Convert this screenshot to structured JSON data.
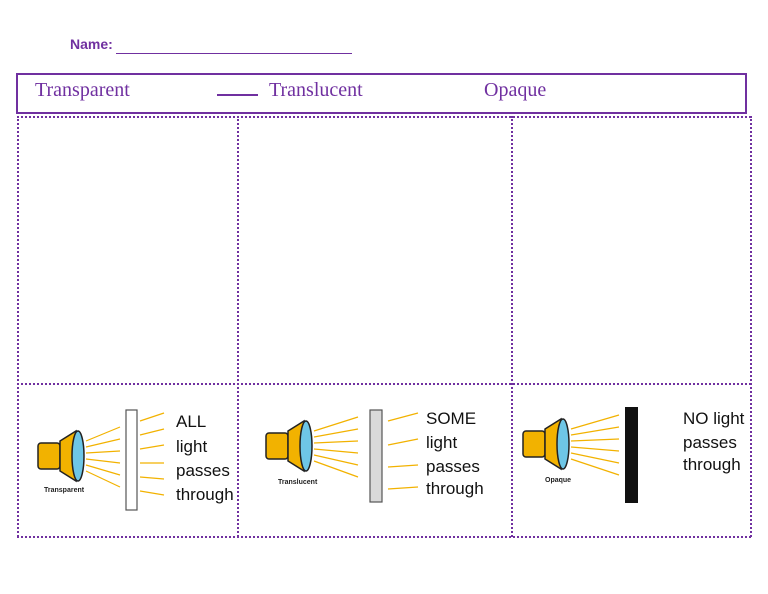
{
  "name_label": "Name:",
  "headers": [
    "Transparent",
    "Translucent",
    "Opaque"
  ],
  "panels": [
    {
      "label": "Transparent",
      "lines": [
        "ALL",
        "light",
        "passes",
        "through"
      ]
    },
    {
      "label": "Translucent",
      "lines": [
        "SOME",
        "light",
        "passes",
        "through"
      ]
    },
    {
      "label": "Opaque",
      "lines": [
        "NO light",
        "passes",
        "through"
      ]
    }
  ],
  "colors": {
    "accent": "#7030a0",
    "flashlight": "#f2b200",
    "lens": "#6ec6e6",
    "ray": "#f2b200"
  },
  "icons": [
    "flashlight-icon",
    "flashlight-icon",
    "flashlight-icon"
  ]
}
